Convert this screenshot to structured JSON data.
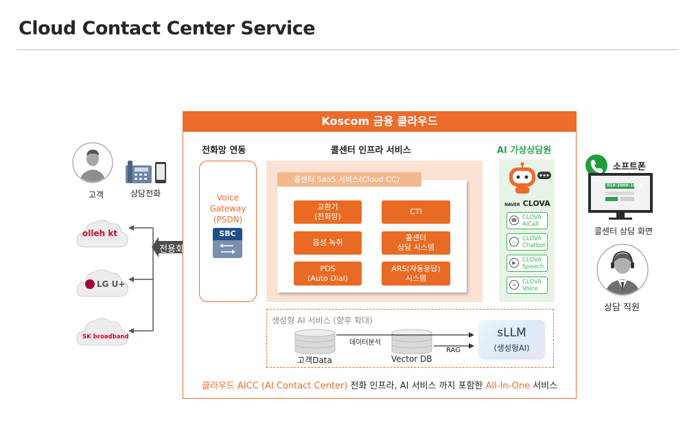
{
  "page": {
    "title": "Cloud Contact Center Service"
  },
  "left": {
    "customer_label": "고객",
    "phone_label": "상담전화",
    "line_label": "전용회선",
    "carriers": [
      {
        "name": "olleh kt",
        "icon": "olleh-kt-logo"
      },
      {
        "name": "LG U+",
        "icon": "lg-uplus-logo"
      },
      {
        "name": "SK broadband",
        "icon": "sk-broadband-logo"
      }
    ]
  },
  "main": {
    "header": "Koscom 금융 클라우드",
    "sections": {
      "telecom": "전화망 연동",
      "infra": "콜센터 인프라 서비스",
      "ai": "AI 가상상담원"
    },
    "gateway": {
      "text": "Voice\nGateway\n(PSDN)",
      "sbc_label": "SBC"
    },
    "infra": {
      "saas_label": "콜센터 SaaS 서비스(Cloud CC)",
      "services": [
        "교환기\n(전화망)",
        "CTI",
        "음성 녹취",
        "콜센터\n상담 시스템",
        "PDS\n(Auto Dial)",
        "ARS(자동응답)\n시스템"
      ]
    },
    "clova": {
      "brand_prefix": "NAVER",
      "brand": "CLOVA",
      "items": [
        "CLOVA\nAiCall",
        "CLOVA\nChatbot",
        "CLOVA\nSpeech",
        "CLOVA\nVoice"
      ]
    },
    "gen_ai": {
      "label": "생성형 AI 서비스 (향후 확대)",
      "customer_data": "고객Data",
      "vector_db": "Vector DB",
      "data_analysis": "데이터분석",
      "rag": "RAG",
      "sllm_title": "sLLM",
      "sllm_sub": "(생성형AI)"
    },
    "footer": {
      "part1": "클라우드 AICC (AI Contact Center)",
      "part2": " 전화 인프라, AI 서비스 까지 포함한 ",
      "part3": "All-In-One",
      "part4": " 서비스"
    }
  },
  "right": {
    "softphone_label": "소프트폰",
    "screen_number": "010-2000-1004",
    "screen_label": "콜센터 상담 화면",
    "agent_label": "상담 직원"
  },
  "colors": {
    "accent": "#ec6b2d",
    "service_box": "#e96a23",
    "ai_green": "#2aa24a",
    "infra_bg": "#fbe2d3"
  }
}
